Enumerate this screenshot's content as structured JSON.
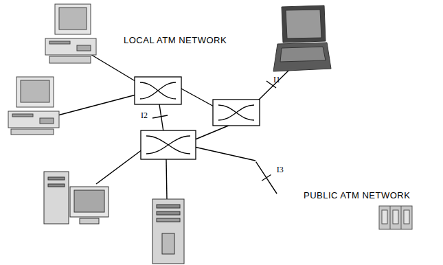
{
  "diagram": {
    "nodes": [
      {
        "text": [
          "LOCAL ATM NETWORK"
        ]
      },
      {
        "text": [
          "PUBLIC ATM NETWORK"
        ]
      }
    ],
    "edges": [
      {
        "from": 0,
        "to": 1,
        "label": "I3",
        "arrow": "none"
      }
    ],
    "labels": [
      "I1",
      "I2"
    ]
  }
}
